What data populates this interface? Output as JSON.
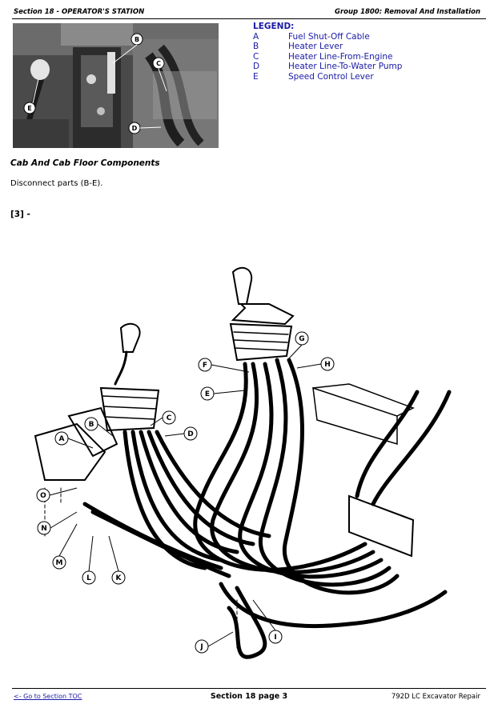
{
  "header": {
    "left": "Section 18 - OPERATOR'S STATION",
    "right": "Group 1800: Removal And Installation"
  },
  "photo": {
    "labels": [
      "B",
      "C",
      "D",
      "E"
    ]
  },
  "legend": {
    "title": "LEGEND:",
    "items": [
      {
        "key": "A",
        "value": "Fuel Shut-Off Cable"
      },
      {
        "key": "B",
        "value": "Heater Lever"
      },
      {
        "key": "C",
        "value": "Heater Line-From-Engine"
      },
      {
        "key": "D",
        "value": "Heater Line-To-Water Pump"
      },
      {
        "key": "E",
        "value": "Speed Control Lever"
      }
    ]
  },
  "caption": "Cab And Cab Floor Components",
  "body_text": "Disconnect parts (B-E).",
  "step": "[3] -",
  "diagram": {
    "callouts": [
      "A",
      "B",
      "C",
      "D",
      "E",
      "F",
      "G",
      "H",
      "I",
      "J",
      "K",
      "L",
      "M",
      "N",
      "O"
    ]
  },
  "footer": {
    "toc_link": "<- Go to Section TOC",
    "center": "Section 18 page 3",
    "right": "792D LC Excavator Repair"
  }
}
